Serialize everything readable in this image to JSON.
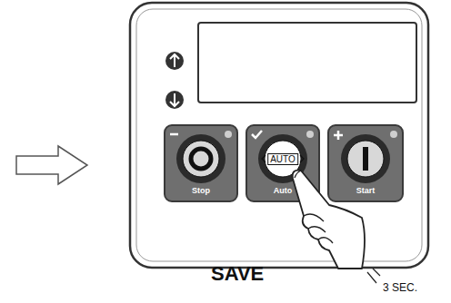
{
  "diagram": {
    "nodes": [
      {
        "text": [
          "Stop"
        ]
      },
      {
        "text": [
          "AUTO",
          "Auto"
        ]
      },
      {
        "text": [
          "Start"
        ]
      }
    ],
    "labels": [
      "SAVE",
      "3 SEC."
    ]
  }
}
